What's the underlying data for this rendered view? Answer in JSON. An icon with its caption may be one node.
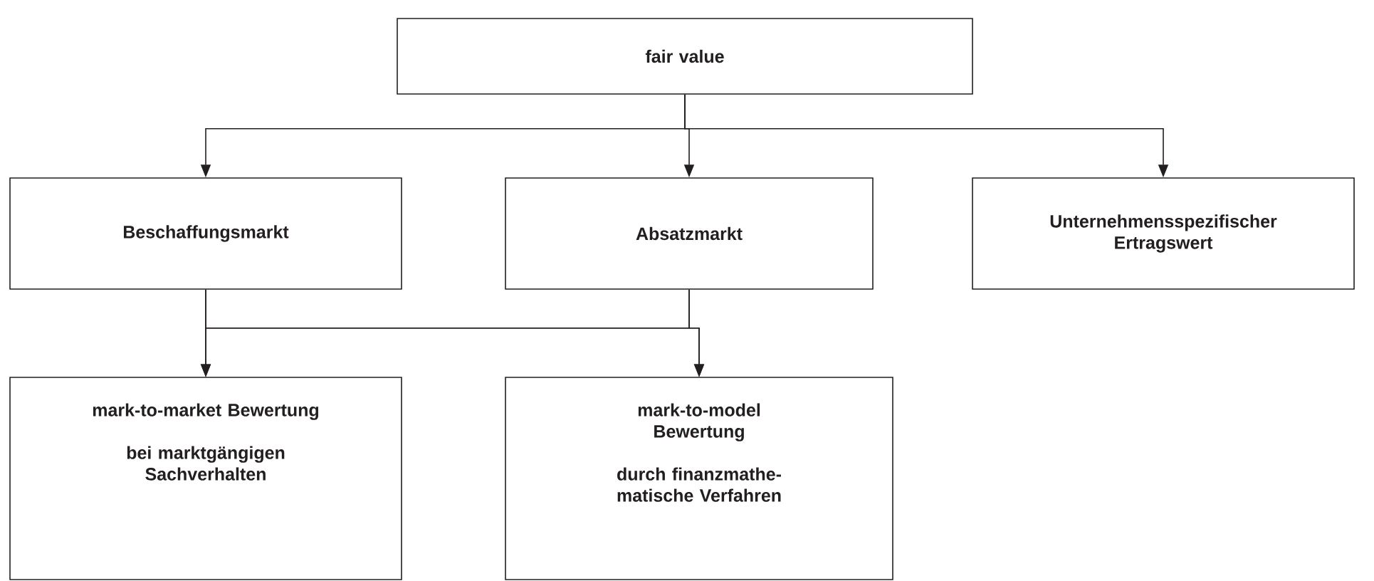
{
  "diagram": {
    "nodes": [
      {
        "text": [
          "fair value"
        ]
      },
      {
        "text": [
          "Beschaffungsmarkt"
        ]
      },
      {
        "text": [
          "Absatzmarkt"
        ]
      },
      {
        "text": [
          "Unternehmensspezifischer Ertragswert"
        ]
      },
      {
        "text": [
          "mark-to-market Bewertung",
          "bei marktgängigen Sachverhalten"
        ]
      },
      {
        "text": [
          "mark-to-model Bewertung",
          "durch finanzmathe- matische Verfahren"
        ]
      }
    ],
    "edges": [
      {
        "from": 0,
        "to": 1,
        "arrow": "to"
      },
      {
        "from": 0,
        "to": 2,
        "arrow": "to"
      },
      {
        "from": 0,
        "to": 3,
        "arrow": "to"
      },
      {
        "from": 1,
        "to": 4,
        "arrow": "to"
      },
      {
        "from": 1,
        "to": 5,
        "arrow": "to"
      },
      {
        "from": 2,
        "to": 4,
        "arrow": "to"
      },
      {
        "from": 2,
        "to": 5,
        "arrow": "to"
      }
    ]
  }
}
